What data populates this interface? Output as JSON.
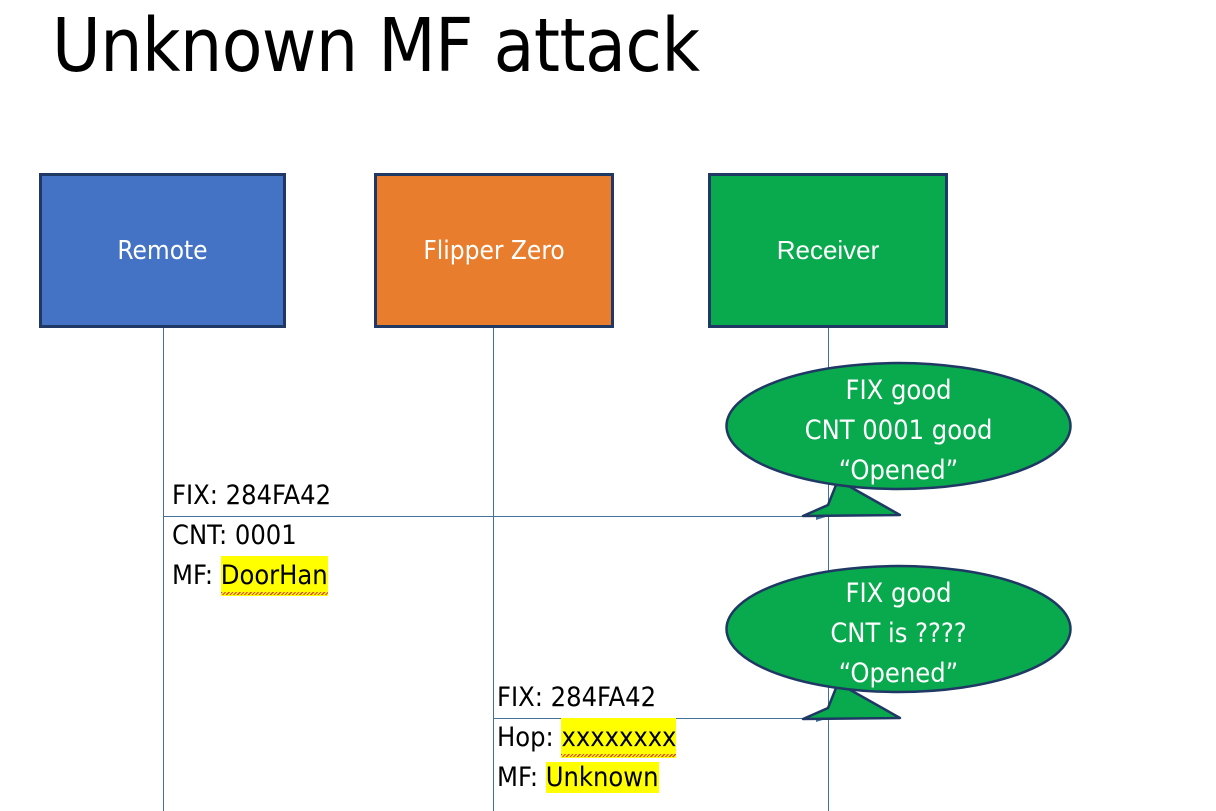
{
  "slide": {
    "title": "Unknown MF attack"
  },
  "colors": {
    "remote_fill": "#4472C4",
    "flipper_fill": "#E97D2E",
    "receiver_fill": "#09A94E",
    "box_border": "#1F3864",
    "lifeline": "#41719C",
    "bubble_fill": "#09A94E",
    "bubble_border": "#1F3864",
    "highlight": "#FFFF00",
    "text_dark": "#000000",
    "text_light": "#FFFFFF"
  },
  "actors": [
    {
      "id": "remote",
      "label": "Remote"
    },
    {
      "id": "flipper",
      "label": "Flipper Zero"
    },
    {
      "id": "receiver",
      "label": "Receiver"
    }
  ],
  "messages": [
    {
      "id": "msg-1",
      "from": "remote",
      "to": "receiver",
      "lines": [
        {
          "prefix": "FIX: ",
          "value": "284FA42",
          "highlighted": false,
          "misspelled": false
        },
        {
          "prefix": "CNT: ",
          "value": "0001",
          "highlighted": false,
          "misspelled": false
        },
        {
          "prefix": "MF: ",
          "value": "DoorHan",
          "highlighted": true,
          "misspelled": true
        }
      ]
    },
    {
      "id": "msg-2",
      "from": "flipper",
      "to": "receiver",
      "lines": [
        {
          "prefix": "FIX: ",
          "value": "284FA42",
          "highlighted": false,
          "misspelled": false
        },
        {
          "prefix": "Hop: ",
          "value": "xxxxxxxx",
          "highlighted": false,
          "misspelled": true
        },
        {
          "prefix": "MF: ",
          "value": "Unknown",
          "highlighted": true,
          "misspelled": false
        }
      ]
    }
  ],
  "bubbles": [
    {
      "id": "bubble-1",
      "owner": "receiver",
      "lines": [
        "FIX good",
        "CNT 0001 good",
        "“Opened”"
      ]
    },
    {
      "id": "bubble-2",
      "owner": "receiver",
      "lines": [
        "FIX good",
        "CNT is ????",
        "“Opened”"
      ]
    }
  ]
}
